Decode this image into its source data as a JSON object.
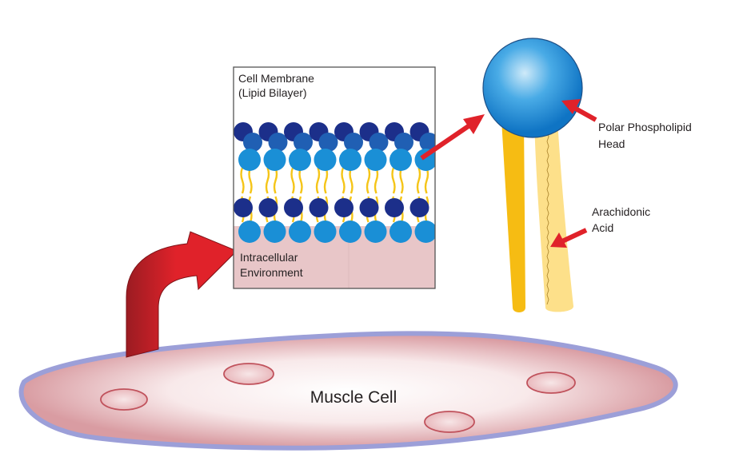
{
  "labels": {
    "membrane_title_line1": "Cell Membrane",
    "membrane_title_line2": "(Lipid Bilayer)",
    "intracellular_line1": "Intracellular",
    "intracellular_line2": "Environment",
    "polar_head_line1": "Polar Phospholipid",
    "polar_head_line2": "Head",
    "arachidonic_line1": "Arachidonic",
    "arachidonic_line2": "Acid",
    "muscle_cell": "Muscle Cell"
  },
  "colors": {
    "lipid_head_front": "#1a8fd6",
    "lipid_head_back": "#1c2f8a",
    "lipid_tail": "#f5c518",
    "arrow_red": "#e0222a",
    "cell_fill": "#f2d8da",
    "cell_outline": "#8e8fd0",
    "intracellular_fill": "#e6c4c6"
  },
  "icons": {
    "big_arrow": "curved-arrow-icon",
    "pointer": "red-arrow-icon"
  }
}
